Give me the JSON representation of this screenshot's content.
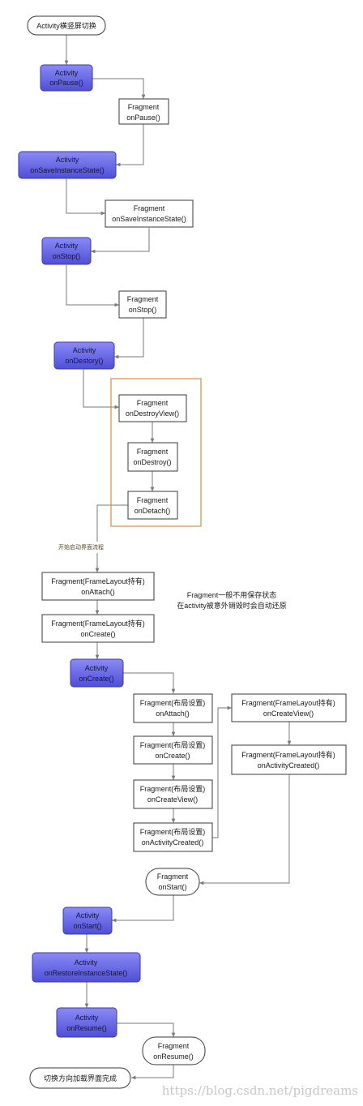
{
  "start": "Activity横竖屏切换",
  "nodes": {
    "a_onpause": [
      "Activity",
      "onPause()"
    ],
    "f_onpause": [
      "Fragment",
      "onPause()"
    ],
    "a_onsave": [
      "Activity",
      "onSaveInstanceState()"
    ],
    "f_onsave": [
      "Fragment",
      "onSaveInstanceState()"
    ],
    "a_onstop": [
      "Activity",
      "onStop()"
    ],
    "f_onstop": [
      "Fragment",
      "onStop()"
    ],
    "a_ondestory": [
      "Activity",
      "onDestory()"
    ],
    "f_ondestroyview": [
      "Fragment",
      "onDestroyView()"
    ],
    "f_ondestroy": [
      "Fragment",
      "onDestroy()"
    ],
    "f_ondetach": [
      "Fragment",
      "onDetach()"
    ],
    "f_fl_onattach": [
      "Fragment(FrameLayout持有)",
      "onAttach()"
    ],
    "f_fl_oncreate": [
      "Fragment(FrameLayout持有)",
      "onCreate()"
    ],
    "a_oncreate": [
      "Activity",
      "onCreate()"
    ],
    "f_lay_onattach": [
      "Fragment(布局设置)",
      "onAttach()"
    ],
    "f_lay_oncreate": [
      "Fragment(布局设置)",
      "onCreate()"
    ],
    "f_lay_oncreateview": [
      "Fragment(布局设置)",
      "onCreateView()"
    ],
    "f_lay_onactivitycreated": [
      "Fragment(布局设置)",
      "onActivityCreated()"
    ],
    "f_fl_oncreateview": [
      "Fragment(FrameLayout持有)",
      "onCreateView()"
    ],
    "f_fl_onactivitycreated": [
      "Fragment(FrameLayout持有)",
      "onActivityCreated()"
    ],
    "f_onstart": [
      "Fragment",
      "onStart()"
    ],
    "a_onstart": [
      "Activity",
      "onStart()"
    ],
    "a_onrestore": [
      "Activity",
      "onRestoreInstanceState()"
    ],
    "a_onresume": [
      "Activity",
      "onResume()"
    ],
    "f_onresume": [
      "Fragment",
      "onResume()"
    ]
  },
  "end": "切换方向加载界面完成",
  "restart_label": "开始启动界面流程",
  "note": [
    "Fragment一般不用保存状态",
    "在activity被意外销毁时会自动还原"
  ],
  "watermark": "https://blog.csdn.net/pigdreams",
  "colors": {
    "activity_fill_top": "#8a8af5",
    "activity_fill_bottom": "#4f4fd8",
    "activity_border": "#3a3aa8",
    "fragment_border": "#3a3a3a",
    "group_border": "#e08a3c",
    "connector": "#7a7a7a"
  }
}
